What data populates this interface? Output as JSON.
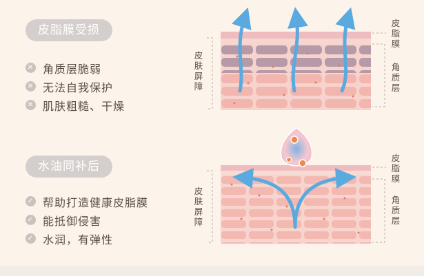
{
  "damaged": {
    "badge": "皮脂膜受损",
    "items": [
      "角质层脆弱",
      "无法自我保护",
      "肌肤粗糙、干燥"
    ],
    "item_icon": "x-icon",
    "label_barrier": "皮肤屏障",
    "label_sebum": "皮脂膜",
    "label_stratum": "角质层"
  },
  "repaired": {
    "badge": "水油同补后",
    "items": [
      "帮助打造健康皮脂膜",
      "能抵御侵害",
      "水润，有弹性"
    ],
    "item_icon": "check-icon",
    "label_barrier": "皮肤屏障",
    "label_sebum": "皮脂膜",
    "label_stratum": "角质层"
  },
  "colors": {
    "background": "#fcf4ea",
    "badge": "#d4cfcc",
    "skin": "#f3c1bd",
    "cell_damaged": "#b79aa8",
    "arrow": "#5aaae0",
    "droplet": "#f4c5cf",
    "dot": "#e07a6e"
  }
}
